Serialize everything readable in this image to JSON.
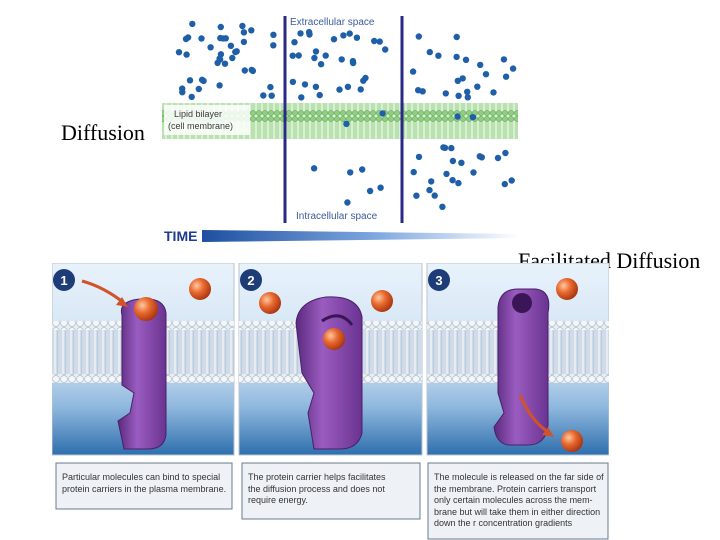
{
  "slide": {
    "label_left": "Diffusion",
    "label_right": "Facilitated Diffusion"
  },
  "diffusion_figure": {
    "extracellular_label": "Extracellular space",
    "intracellular_label": "Intracellular space",
    "bilayer_label_line1": "Lipid bilayer",
    "bilayer_label_line2": "(cell membrane)",
    "time_label": "TIME",
    "colors": {
      "molecule": "#1f5fa8",
      "membrane": "#7fc97a",
      "divider": "#2a2a86",
      "time_arrow": "#2f6fc8"
    }
  },
  "facilitated_figure": {
    "panels": [
      {
        "number": "1",
        "caption": [
          "Particular molecules can bind to special",
          "protein carriers in the plasma membrane."
        ]
      },
      {
        "number": "2",
        "caption": [
          "The protein carrier helps facilitates",
          "the diffusion process and does not",
          "require energy."
        ]
      },
      {
        "number": "3",
        "caption": [
          "The molecule is released on the far side of",
          "the membrane. Protein carriers transport",
          "only certain molecules across the mem-",
          "brane but will take them in either direction",
          "down the r concentration gradients"
        ]
      }
    ],
    "colors": {
      "badge": "#1e3c78",
      "carrier": "#7a3f9a",
      "ball": "#e0602a",
      "sky": "#cfe4f5",
      "water": "#3a78b5"
    }
  }
}
